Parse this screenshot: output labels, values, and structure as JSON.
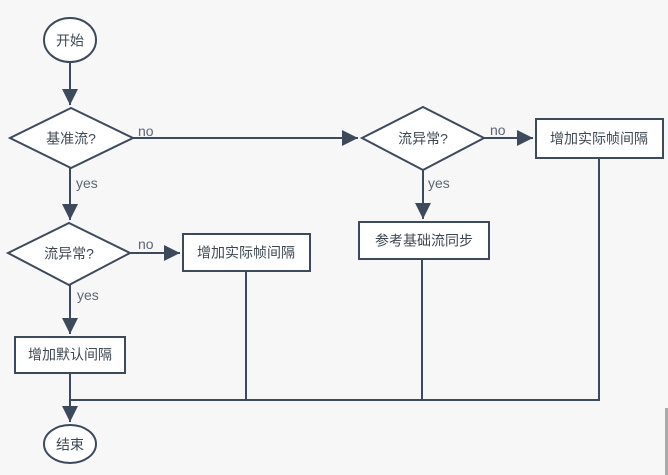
{
  "page": {
    "background": "#f7f7f8"
  },
  "flowchart": {
    "colors": {
      "stroke": "#3d4a5c",
      "node_fill": "#ffffff",
      "node_text": "#3d4752",
      "label_text": "#5d6672"
    },
    "nodes": {
      "start": {
        "label": "开始"
      },
      "decision_baseline": {
        "label": "基准流?"
      },
      "decision_abnormal_right": {
        "label": "流异常?"
      },
      "decision_abnormal_left": {
        "label": "流异常?"
      },
      "process_increase_actual_right": {
        "label": "增加实际帧间隔"
      },
      "process_ref_base_sync": {
        "label": "参考基础流同步"
      },
      "process_increase_actual_mid": {
        "label": "增加实际帧间隔"
      },
      "process_increase_default": {
        "label": "增加默认间隔"
      },
      "end": {
        "label": "结束"
      }
    },
    "edge_labels": {
      "baseline_no": "no",
      "baseline_yes": "yes",
      "right_abnormal_no": "no",
      "right_abnormal_yes": "yes",
      "left_abnormal_no": "no",
      "left_abnormal_yes": "yes"
    }
  }
}
